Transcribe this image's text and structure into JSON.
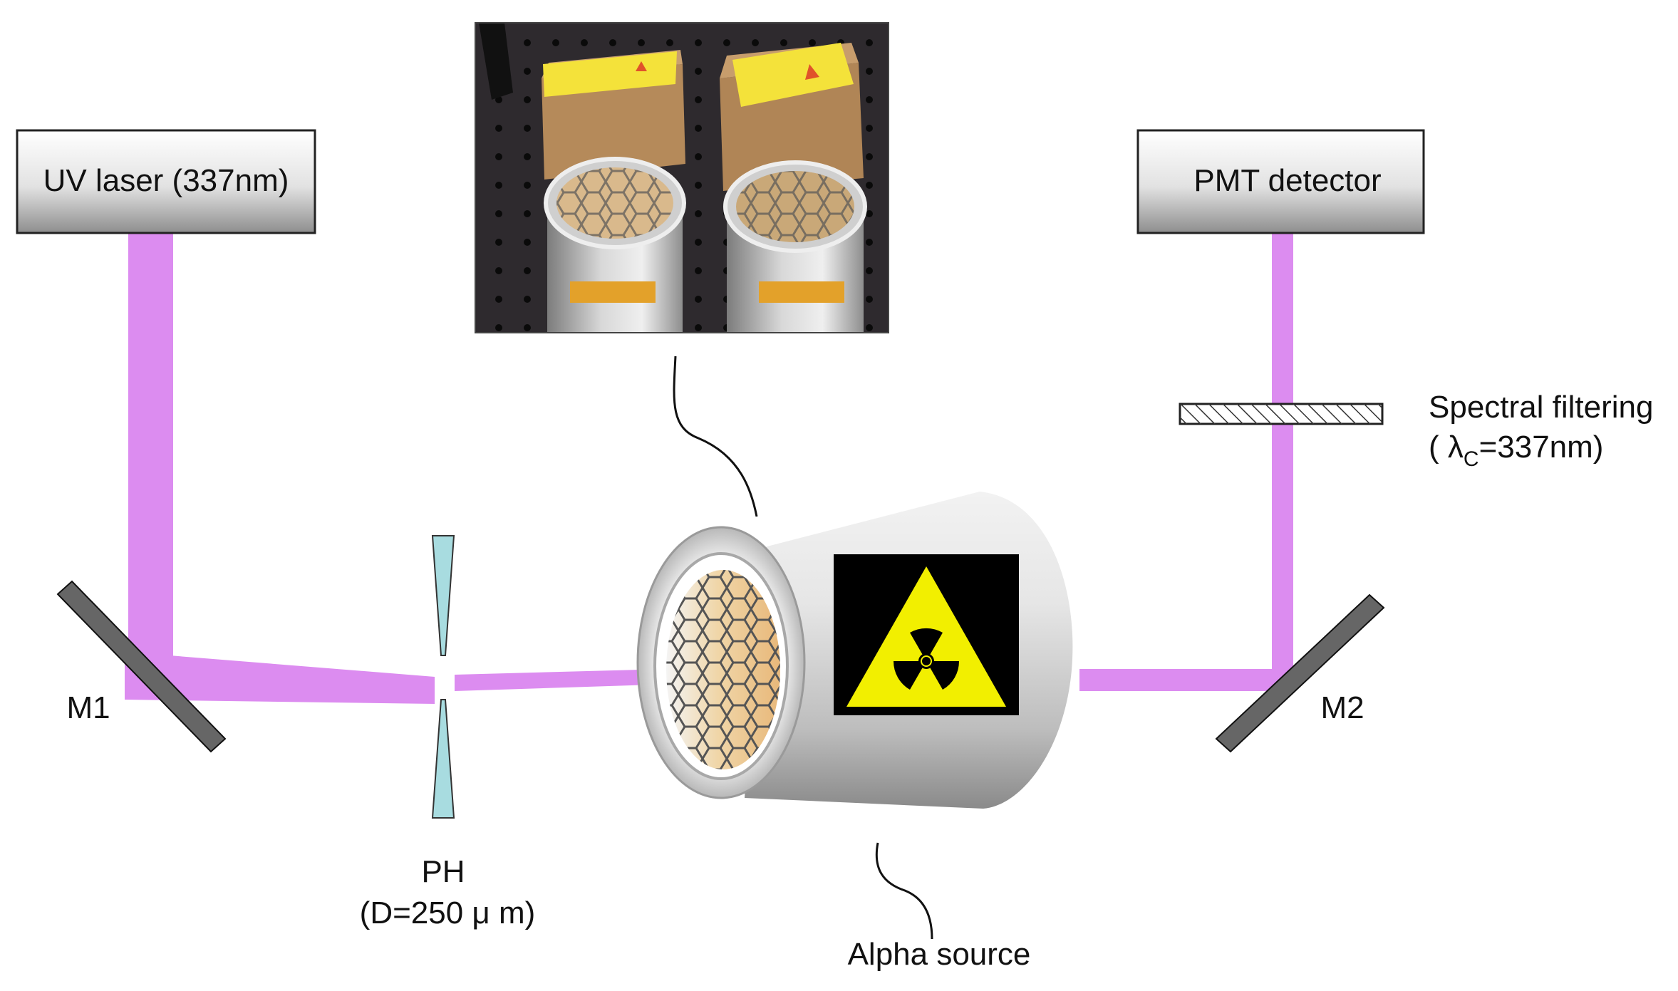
{
  "components": {
    "uv_laser": {
      "label": "UV laser (337nm)"
    },
    "pmt_detector": {
      "label": "PMT detector"
    },
    "mirror_1": {
      "label": "M1"
    },
    "mirror_2": {
      "label": "M2"
    },
    "pinhole": {
      "label": "PH",
      "detail": "(D=250 μ m)"
    },
    "spectral_filter": {
      "label": "Spectral filtering",
      "detail_prefix": "( λ",
      "detail_sub": "C",
      "detail_suffix": "=337nm)"
    },
    "alpha_source": {
      "label": "Alpha source"
    }
  },
  "colors": {
    "beam": "#dc8cf0",
    "mirror": "#666666",
    "pinhole": "#a8dce0",
    "box_gradient_light": "#ffffff",
    "box_gradient_dark": "#9a9a9a",
    "hazard_yellow": "#f2ef00",
    "hazard_black": "#000000"
  }
}
